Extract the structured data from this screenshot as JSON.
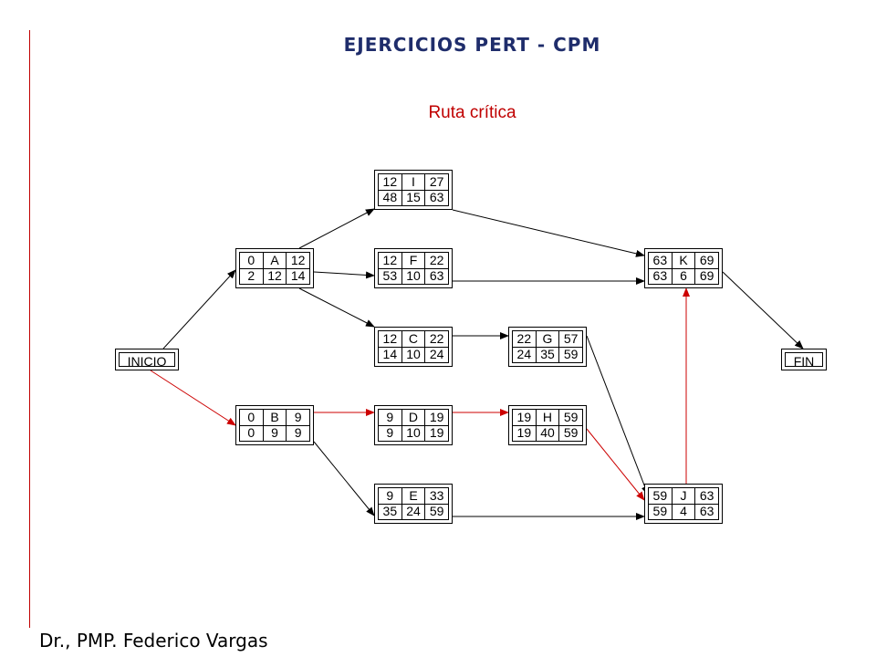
{
  "title": "EJERCICIOS PERT - CPM",
  "subtitle": "Ruta crítica",
  "footer": "Dr., PMP. Federico Vargas",
  "colors": {
    "critical": "#cc0000",
    "normal": "#000000",
    "title": "#1f2d6b"
  },
  "terminals": {
    "start": "INICIO",
    "end": "FIN"
  },
  "nodes": {
    "A": {
      "es": "0",
      "name": "A",
      "ef": "12",
      "ls": "2",
      "dur": "12",
      "lf": "14"
    },
    "B": {
      "es": "0",
      "name": "B",
      "ef": "9",
      "ls": "0",
      "dur": "9",
      "lf": "9"
    },
    "C": {
      "es": "12",
      "name": "C",
      "ef": "22",
      "ls": "14",
      "dur": "10",
      "lf": "24"
    },
    "D": {
      "es": "9",
      "name": "D",
      "ef": "19",
      "ls": "9",
      "dur": "10",
      "lf": "19"
    },
    "E": {
      "es": "9",
      "name": "E",
      "ef": "33",
      "ls": "35",
      "dur": "24",
      "lf": "59"
    },
    "F": {
      "es": "12",
      "name": "F",
      "ef": "22",
      "ls": "53",
      "dur": "10",
      "lf": "63"
    },
    "G": {
      "es": "22",
      "name": "G",
      "ef": "57",
      "ls": "24",
      "dur": "35",
      "lf": "59"
    },
    "H": {
      "es": "19",
      "name": "H",
      "ef": "59",
      "ls": "19",
      "dur": "40",
      "lf": "59"
    },
    "I": {
      "es": "12",
      "name": "I",
      "ef": "27",
      "ls": "48",
      "dur": "15",
      "lf": "63"
    },
    "J": {
      "es": "59",
      "name": "J",
      "ef": "63",
      "ls": "59",
      "dur": "4",
      "lf": "63"
    },
    "K": {
      "es": "63",
      "name": "K",
      "ef": "69",
      "ls": "63",
      "dur": "6",
      "lf": "69"
    }
  },
  "edges": [
    {
      "from": "INICIO",
      "to": "A",
      "critical": false
    },
    {
      "from": "INICIO",
      "to": "B",
      "critical": true
    },
    {
      "from": "A",
      "to": "I",
      "critical": false
    },
    {
      "from": "A",
      "to": "F",
      "critical": false
    },
    {
      "from": "A",
      "to": "C",
      "critical": false
    },
    {
      "from": "B",
      "to": "D",
      "critical": true
    },
    {
      "from": "B",
      "to": "E",
      "critical": false
    },
    {
      "from": "I",
      "to": "K",
      "critical": false
    },
    {
      "from": "F",
      "to": "K",
      "critical": false
    },
    {
      "from": "C",
      "to": "G",
      "critical": false
    },
    {
      "from": "D",
      "to": "H",
      "critical": true
    },
    {
      "from": "G",
      "to": "J",
      "critical": false
    },
    {
      "from": "H",
      "to": "J",
      "critical": true
    },
    {
      "from": "E",
      "to": "J",
      "critical": false
    },
    {
      "from": "J",
      "to": "K",
      "critical": true
    },
    {
      "from": "K",
      "to": "FIN",
      "critical": false
    }
  ]
}
